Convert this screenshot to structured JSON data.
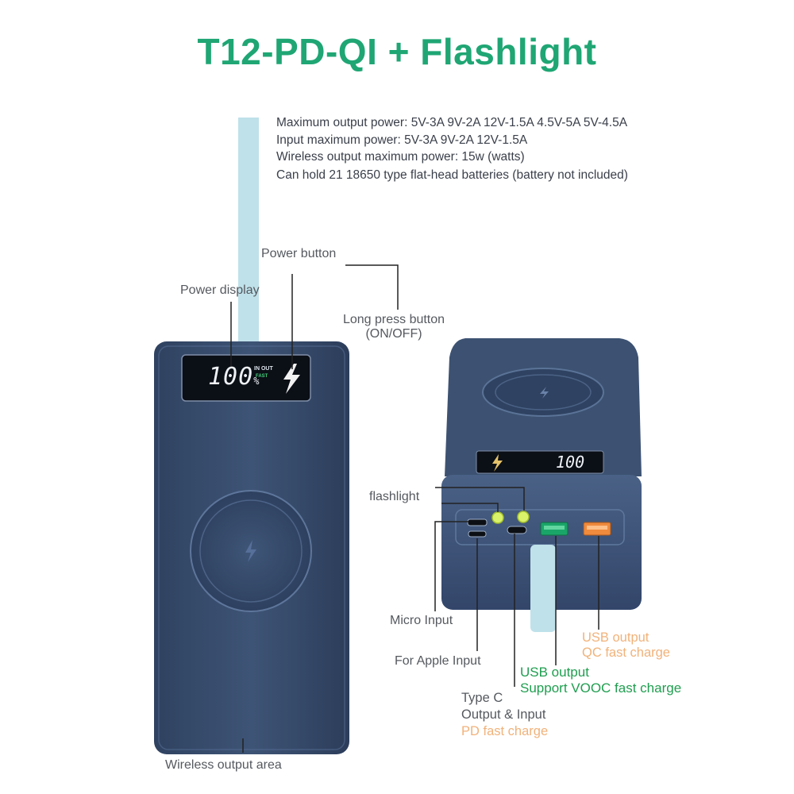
{
  "title": "T12-PD-QI + Flashlight",
  "specs": [
    "Maximum output power: 5V-3A 9V-2A 12V-1.5A 4.5V-5A 5V-4.5A",
    "Input maximum power: 5V-3A 9V-2A 12V-1.5A",
    "Wireless output maximum power: 15w (watts)",
    "Can hold 21 18650 type flat-head batteries (battery not included)"
  ],
  "labels": {
    "power_button": "Power button",
    "power_display": "Power display",
    "long_press_line1": "Long press button",
    "long_press_line2": "(ON/OFF)",
    "flashlight": "flashlight",
    "micro_input": "Micro Input",
    "apple_input": "For Apple Input",
    "usb_qc_line1": "USB output",
    "usb_qc_line2": "QC fast charge",
    "usb_vooc_line1": "USB output",
    "usb_vooc_line2": "Support VOOC fast charge",
    "typec_line1": "Type C",
    "typec_line2": "Output & Input",
    "typec_line3": "PD fast charge",
    "wireless_area": "Wireless output area"
  },
  "display": {
    "front_percent": "100",
    "front_percent_sign": "%",
    "front_in_out": "IN OUT",
    "front_fast": "FAST",
    "back_percent": "100"
  },
  "colors": {
    "title": "#1fa674",
    "body": "#3a4e6b",
    "accent_green": "#1f9e4f",
    "accent_orange": "#f1b27a"
  }
}
